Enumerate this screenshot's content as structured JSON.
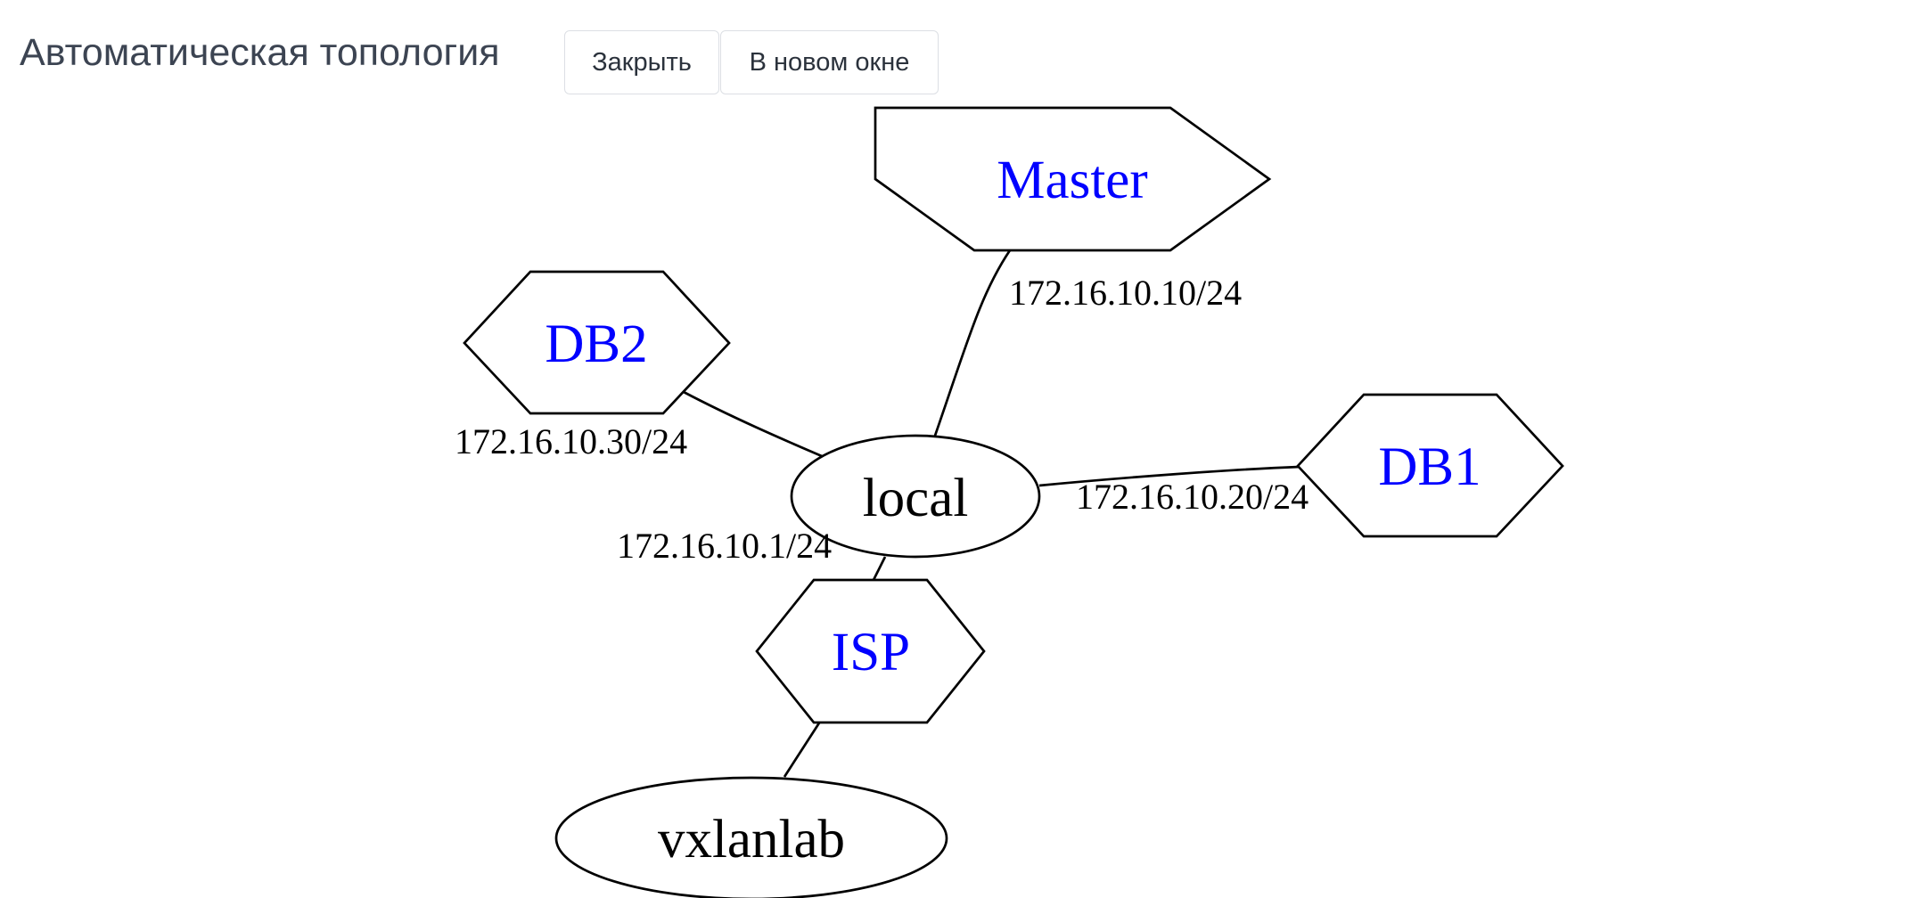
{
  "header": {
    "title": "Автоматическая топология",
    "close_label": "Закрыть",
    "new_window_label": "В новом окне"
  },
  "diagram": {
    "nodes": {
      "master": {
        "label": "Master",
        "shape": "hexagon",
        "link": true
      },
      "db2": {
        "label": "DB2",
        "shape": "hexagon",
        "link": true
      },
      "db1": {
        "label": "DB1",
        "shape": "hexagon",
        "link": true
      },
      "isp": {
        "label": "ISP",
        "shape": "hexagon",
        "link": true
      },
      "local": {
        "label": "local",
        "shape": "ellipse",
        "link": false
      },
      "vxlanlab": {
        "label": "vxlanlab",
        "shape": "ellipse",
        "link": false
      }
    },
    "edges": [
      {
        "from": "master",
        "to": "local",
        "label": "172.16.10.10/24"
      },
      {
        "from": "db2",
        "to": "local",
        "label": "172.16.10.30/24"
      },
      {
        "from": "db1",
        "to": "local",
        "label": "172.16.10.20/24"
      },
      {
        "from": "isp",
        "to": "local",
        "label": "172.16.10.1/24"
      },
      {
        "from": "isp",
        "to": "vxlanlab",
        "label": ""
      }
    ],
    "colors": {
      "link_text": "#0000ff",
      "stroke": "#000000",
      "title_text": "#3c4452"
    }
  }
}
